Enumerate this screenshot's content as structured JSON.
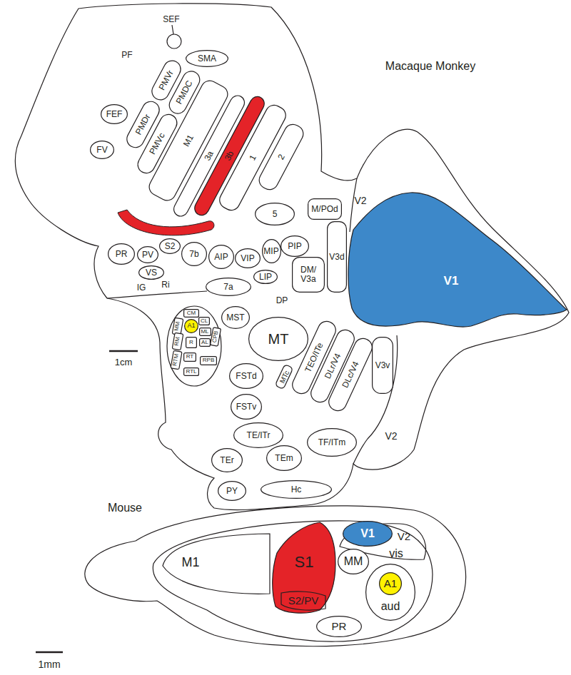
{
  "diagram": {
    "nodes": [
      {
        "text": [
          "SEF"
        ]
      },
      {
        "text": [
          "SMA"
        ]
      },
      {
        "text": [
          "PMVr"
        ]
      },
      {
        "text": [
          "PMDC"
        ]
      },
      {
        "text": [
          "FEF"
        ]
      },
      {
        "text": [
          "PMDr"
        ]
      },
      {
        "text": [
          "PMVc"
        ]
      },
      {
        "text": [
          "M1"
        ]
      },
      {
        "text": [
          "3a"
        ]
      },
      {
        "text": [
          "3b"
        ]
      },
      {
        "text": [
          "1"
        ]
      },
      {
        "text": [
          "2"
        ]
      },
      {
        "text": [
          "FV"
        ]
      },
      {
        "text": [
          "5"
        ]
      },
      {
        "text": [
          "PR"
        ]
      },
      {
        "text": [
          "PV"
        ]
      },
      {
        "text": [
          "S2"
        ]
      },
      {
        "text": [
          "7b"
        ]
      },
      {
        "text": [
          "AIP"
        ]
      },
      {
        "text": [
          "VIP"
        ]
      },
      {
        "text": [
          "MIP"
        ]
      },
      {
        "text": [
          "PIP"
        ]
      },
      {
        "text": [
          "M/POd"
        ]
      },
      {
        "text": [
          "V3d"
        ]
      },
      {
        "text": [
          "V1"
        ]
      },
      {
        "text": [
          "LIP"
        ]
      },
      {
        "text": [
          "VS"
        ]
      },
      {
        "text": [
          "DM/ V3a"
        ]
      },
      {
        "text": [
          "7a"
        ]
      },
      {
        "text": [
          "MST"
        ]
      },
      {
        "text": [
          "CM"
        ]
      },
      {
        "text": [
          "A1"
        ]
      },
      {
        "text": [
          "MM"
        ]
      },
      {
        "text": [
          "CL"
        ]
      },
      {
        "text": [
          "ML"
        ]
      },
      {
        "text": [
          "RM"
        ]
      },
      {
        "text": [
          "R"
        ]
      },
      {
        "text": [
          "AL"
        ]
      },
      {
        "text": [
          "RTM"
        ]
      },
      {
        "text": [
          "RT"
        ]
      },
      {
        "text": [
          "RTL"
        ]
      },
      {
        "text": [
          "CPB"
        ]
      },
      {
        "text": [
          "RPB"
        ]
      },
      {
        "text": [
          "MT"
        ]
      },
      {
        "text": [
          "TEO/ITe"
        ]
      },
      {
        "text": [
          "DLr/V4"
        ]
      },
      {
        "text": [
          "DLc/V4"
        ]
      },
      {
        "text": [
          "V3v"
        ]
      },
      {
        "text": [
          "MTc"
        ]
      },
      {
        "text": [
          "FSTd"
        ]
      },
      {
        "text": [
          "FSTv"
        ]
      },
      {
        "text": [
          "TE/ITr"
        ]
      },
      {
        "text": [
          "TF/ITm"
        ]
      },
      {
        "text": [
          "TEr"
        ]
      },
      {
        "text": [
          "TEm"
        ]
      },
      {
        "text": [
          "Hc"
        ]
      },
      {
        "text": [
          "PY"
        ]
      },
      {
        "text": [
          "V1"
        ]
      },
      {
        "text": [
          "M1"
        ]
      },
      {
        "text": [
          "S1"
        ]
      },
      {
        "text": [
          "S2/PV"
        ],
        "in": 59
      },
      {
        "text": [
          "MM"
        ]
      },
      {
        "text": [
          "aud"
        ]
      },
      {
        "text": [
          "A1"
        ],
        "in": 62
      },
      {
        "text": [
          "PR"
        ]
      }
    ],
    "labels": [
      "Macaque Monkey",
      "PF",
      "IG",
      "Ri",
      "DP",
      "V2",
      "V2",
      "1cm",
      "Mouse",
      "V2",
      "vis",
      "1mm"
    ]
  }
}
